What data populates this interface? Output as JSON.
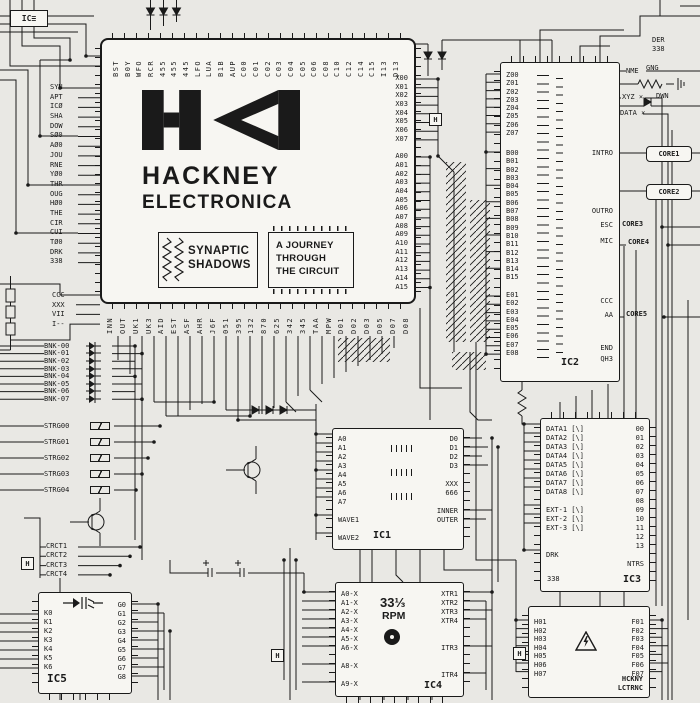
{
  "colors": {
    "bg": "#e9e8e4",
    "panel": "#f7f6f2",
    "ink": "#1a1a1a"
  },
  "corner_label": "IC≡",
  "main_chip": {
    "brand_line1": "HACKNEY",
    "brand_line2": "ELECTRONICA",
    "title_line1": "SYNAPTIC",
    "title_line2": "SHADOWS",
    "subtitle_lines": [
      "A JOURNEY",
      "THROUGH",
      "THE CIRCUIT"
    ],
    "top_pins": [
      "BST",
      "B0Y",
      "WFO",
      "RCR",
      "455",
      "455",
      "445",
      "LFO",
      "LUA",
      "B1B",
      "AUP",
      "C00",
      "C01",
      "C02",
      "C03",
      "C04",
      "C05",
      "C06",
      "C08",
      "C10",
      "C12",
      "C14",
      "C15",
      "I13",
      "D13"
    ],
    "left_pins": [
      "SYN",
      "APT",
      "ICØ",
      "SHA",
      "DOW",
      "SØ0",
      "AØ0",
      "JOU",
      "RNE",
      "YØ0",
      "THR",
      "OUG",
      "HØ0",
      "THE",
      "CIR",
      "CUI",
      "TØ0",
      "DRK",
      "338"
    ],
    "left_pins_lower": [
      "CCC",
      "XXX",
      "VII",
      "I--"
    ],
    "bottom_pins": [
      "INN",
      "OUT",
      "UK1",
      "UK3",
      "AID",
      "EST",
      "ASF",
      "AHR",
      "J6F",
      "051",
      "395",
      "132",
      "870",
      "625",
      "342",
      "345",
      "TAA",
      "MPW",
      "D01",
      "D02",
      "D03",
      "D05",
      "D07",
      "D08"
    ],
    "right_pins": [
      "X00",
      "X01",
      "X02",
      "X03",
      "X04",
      "X05",
      "X06",
      "X07",
      "",
      "A00",
      "A01",
      "A02",
      "A03",
      "A04",
      "A05",
      "A06",
      "A07",
      "A08",
      "A09",
      "A10",
      "A11",
      "A12",
      "A13",
      "A14",
      "A15"
    ]
  },
  "ic2": {
    "label": "IC2",
    "z_pins": [
      "Z00",
      "Z01",
      "Z02",
      "Z03",
      "Z04",
      "Z05",
      "Z06",
      "Z07"
    ],
    "b_pins": [
      "B00",
      "B01",
      "B02",
      "B03",
      "B04",
      "B05",
      "B06",
      "B07",
      "B08",
      "B09",
      "B10",
      "B11",
      "B12",
      "B13",
      "B14",
      "B15"
    ],
    "e_pins": [
      "E01",
      "E02",
      "E03",
      "E04",
      "E05",
      "E06",
      "E07",
      "E08"
    ],
    "right_labels": {
      "intro": "INTRO",
      "outro": "OUTRO",
      "esc": "ESC",
      "mic": "MIC",
      "ccc": "CCC",
      "aa": "AA",
      "end": "END",
      "qh3": "QH3"
    }
  },
  "rail": {
    "der1": "DER",
    "der2": "338",
    "nme": "NME",
    "gng": "GNG",
    "xyz": "XYZ ×",
    "dwn": "DWN",
    "data": "DATA ×",
    "cores": [
      "CORE1",
      "CORE2",
      "CORE3",
      "CORE4",
      "CORE5"
    ]
  },
  "ic1": {
    "label": "IC1",
    "left_pins": [
      "A0",
      "A1",
      "A2",
      "A3",
      "A4",
      "A5",
      "A6",
      "A7",
      "",
      "WAVE1",
      "",
      "WAVE2"
    ],
    "right_pins": [
      "D0",
      "D1",
      "D2",
      "D3",
      "",
      "XXX",
      "666",
      "",
      "INNER",
      "OUTER"
    ]
  },
  "ic3": {
    "label": "IC3",
    "num": "338",
    "left_pins": [
      "DATA1 [\\]",
      "DATA2 [\\]",
      "DATA3 [\\]",
      "DATA4 [\\]",
      "DATA5 [\\]",
      "DATA6 [\\]",
      "DATA7 [\\]",
      "DATA8 [\\]",
      "",
      "EXT-1 [\\]",
      "EXT-2 [\\]",
      "EXT-3 [\\]",
      "",
      "",
      "DRK"
    ],
    "right_pins": [
      "00",
      "01",
      "02",
      "03",
      "04",
      "05",
      "06",
      "07",
      "08",
      "09",
      "10",
      "11",
      "12",
      "13",
      "",
      "NTRS"
    ]
  },
  "ic4": {
    "label": "IC4",
    "rpm_value": "33⅓",
    "rpm_label": "RPM",
    "left_pins": [
      "A0-X",
      "A1-X",
      "A2-X",
      "A3-X",
      "A4-X",
      "A5-X",
      "A6-X",
      "",
      "A8-X",
      "",
      "A9-X"
    ],
    "right_pins": [
      "XTR1",
      "XTR2",
      "XTR3",
      "XTR4",
      "",
      "",
      "ITR3",
      "",
      "",
      "ITR4"
    ]
  },
  "ic5": {
    "label": "IC5",
    "left_pins": [
      "K0",
      "K1",
      "K2",
      "K3",
      "K4",
      "K5",
      "K6"
    ],
    "right_pins": [
      "G0",
      "G1",
      "G2",
      "G3",
      "G4",
      "G5",
      "G6",
      "G7",
      "G8"
    ]
  },
  "io": {
    "h_pins": [
      "H01",
      "H02",
      "H03",
      "H04",
      "H05",
      "H06",
      "H07"
    ],
    "f_pins": [
      "F01",
      "F02",
      "F03",
      "F04",
      "F05",
      "F06",
      "F07"
    ],
    "brand1": "HCKNY",
    "brand2": "LCTRNC"
  },
  "bank_rows": [
    "BNK-00",
    "BNK-01",
    "BNK-02",
    "BNK-03",
    "BNK-04",
    "BNK-05",
    "BNK-06",
    "BNK-07"
  ],
  "string_rows": [
    "STRG00",
    "STRG01",
    "STRG02",
    "STRG03",
    "STRG04"
  ],
  "circuit_rows": [
    "CRCT1",
    "CRCT2",
    "CRCT3",
    "CRCT4"
  ],
  "h_markers": [
    "H",
    "H",
    "H",
    "H"
  ]
}
